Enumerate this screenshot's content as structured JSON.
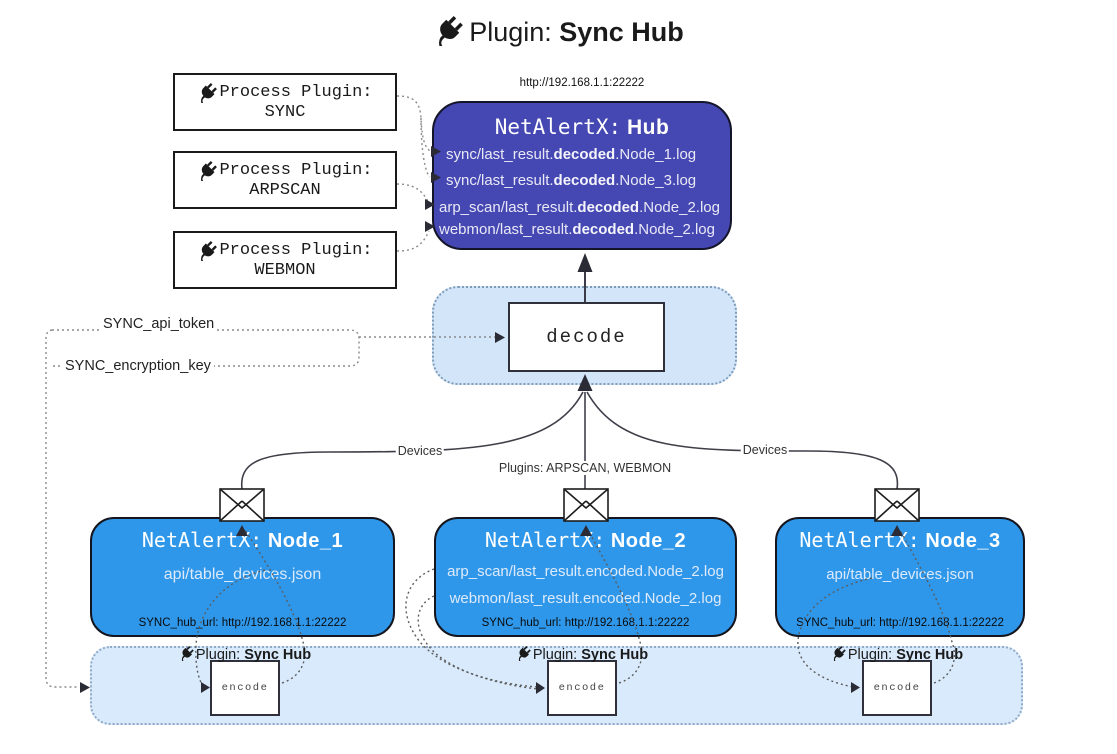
{
  "title": {
    "label": "Plugin:",
    "name": "Sync Hub"
  },
  "hub": {
    "url": "http://192.168.1.1:22222",
    "title": "NetAlertX:",
    "name": "Hub",
    "logs": [
      {
        "pre": "sync/last_result.",
        "mid": "decoded",
        "post": ".Node_1.log"
      },
      {
        "pre": "sync/last_result.",
        "mid": "decoded",
        "post": ".Node_3.log"
      },
      {
        "pre": "arp_scan/last_result.",
        "mid": "decoded",
        "post": ".Node_2.log"
      },
      {
        "pre": "webmon/last_result.",
        "mid": "decoded",
        "post": ".Node_2.log"
      }
    ]
  },
  "process_plugins": [
    {
      "label": "Process Plugin:",
      "name": "SYNC"
    },
    {
      "label": "Process Plugin:",
      "name": "ARPSCAN"
    },
    {
      "label": "Process Plugin:",
      "name": "WEBMON"
    }
  ],
  "config": {
    "api_token": "SYNC_api_token",
    "encryption_key": "SYNC_encryption_key"
  },
  "decode_label": "decode",
  "edge_labels": {
    "left": "Devices",
    "center": "Plugins: ARPSCAN, WEBMON",
    "right": "Devices"
  },
  "nodes": [
    {
      "title": "NetAlertX:",
      "name": "Node_1",
      "files": [
        "api/table_devices.json"
      ],
      "hub_url": "SYNC_hub_url: http://192.168.1.1:22222"
    },
    {
      "title": "NetAlertX:",
      "name": "Node_2",
      "files": [
        "arp_scan/last_result.encoded.Node_2.log",
        "webmon/last_result.encoded.Node_2.log"
      ],
      "hub_url": "SYNC_hub_url: http://192.168.1.1:22222"
    },
    {
      "title": "NetAlertX:",
      "name": "Node_3",
      "files": [
        "api/table_devices.json"
      ],
      "hub_url": "SYNC_hub_url: http://192.168.1.1:22222"
    }
  ],
  "encoders": [
    {
      "label": "Plugin:",
      "name": "Sync Hub",
      "box": "encode"
    },
    {
      "label": "Plugin:",
      "name": "Sync Hub",
      "box": "encode"
    },
    {
      "label": "Plugin:",
      "name": "Sync Hub",
      "box": "encode"
    }
  ],
  "colors": {
    "hub_bg": "#4547b2",
    "node_bg": "#2f97ea",
    "decode_container_bg": "#d3e5f8",
    "encode_strip_bg": "#d9eafc",
    "line": "#3c3c48"
  }
}
